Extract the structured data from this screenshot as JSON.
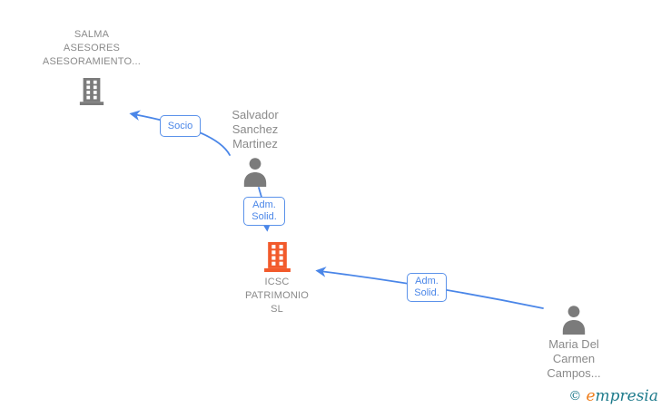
{
  "diagram": {
    "nodes": [
      {
        "id": "salma",
        "type": "company",
        "name_lines": [
          "SALMA",
          "ASESORES",
          "ASESORAMIENTO..."
        ]
      },
      {
        "id": "salvador",
        "type": "person",
        "name_lines": [
          "Salvador",
          "Sanchez",
          "Martinez"
        ]
      },
      {
        "id": "icsc",
        "type": "company",
        "name_lines": [
          "ICSC",
          "PATRIMONIO",
          "SL"
        ]
      },
      {
        "id": "maria",
        "type": "person",
        "name_lines": [
          "Maria Del",
          "Carmen",
          "Campos..."
        ]
      }
    ],
    "edges": [
      {
        "id": "socio",
        "from": "salvador",
        "to": "salma",
        "label_lines": [
          "Socio"
        ]
      },
      {
        "id": "adm-solid-1",
        "from": "salvador",
        "to": "icsc",
        "label_lines": [
          "Adm.",
          "Solid."
        ]
      },
      {
        "id": "adm-solid-2",
        "from": "maria",
        "to": "icsc",
        "label_lines": [
          "Adm.",
          "Solid."
        ]
      }
    ],
    "colors": {
      "edge_blue": "#4a86e8",
      "label_border_blue": "#5b92ea",
      "entity_text_gray": "#8a8a8a",
      "icon_gray": "#7b7b7b",
      "icon_orange": "#f25a2b",
      "brand_teal": "#1e7b8c",
      "brand_orange": "#ef7d1a"
    },
    "watermark": {
      "copyright_symbol": "©",
      "brand_first_letter": "e",
      "brand_rest": "mpresia"
    }
  }
}
